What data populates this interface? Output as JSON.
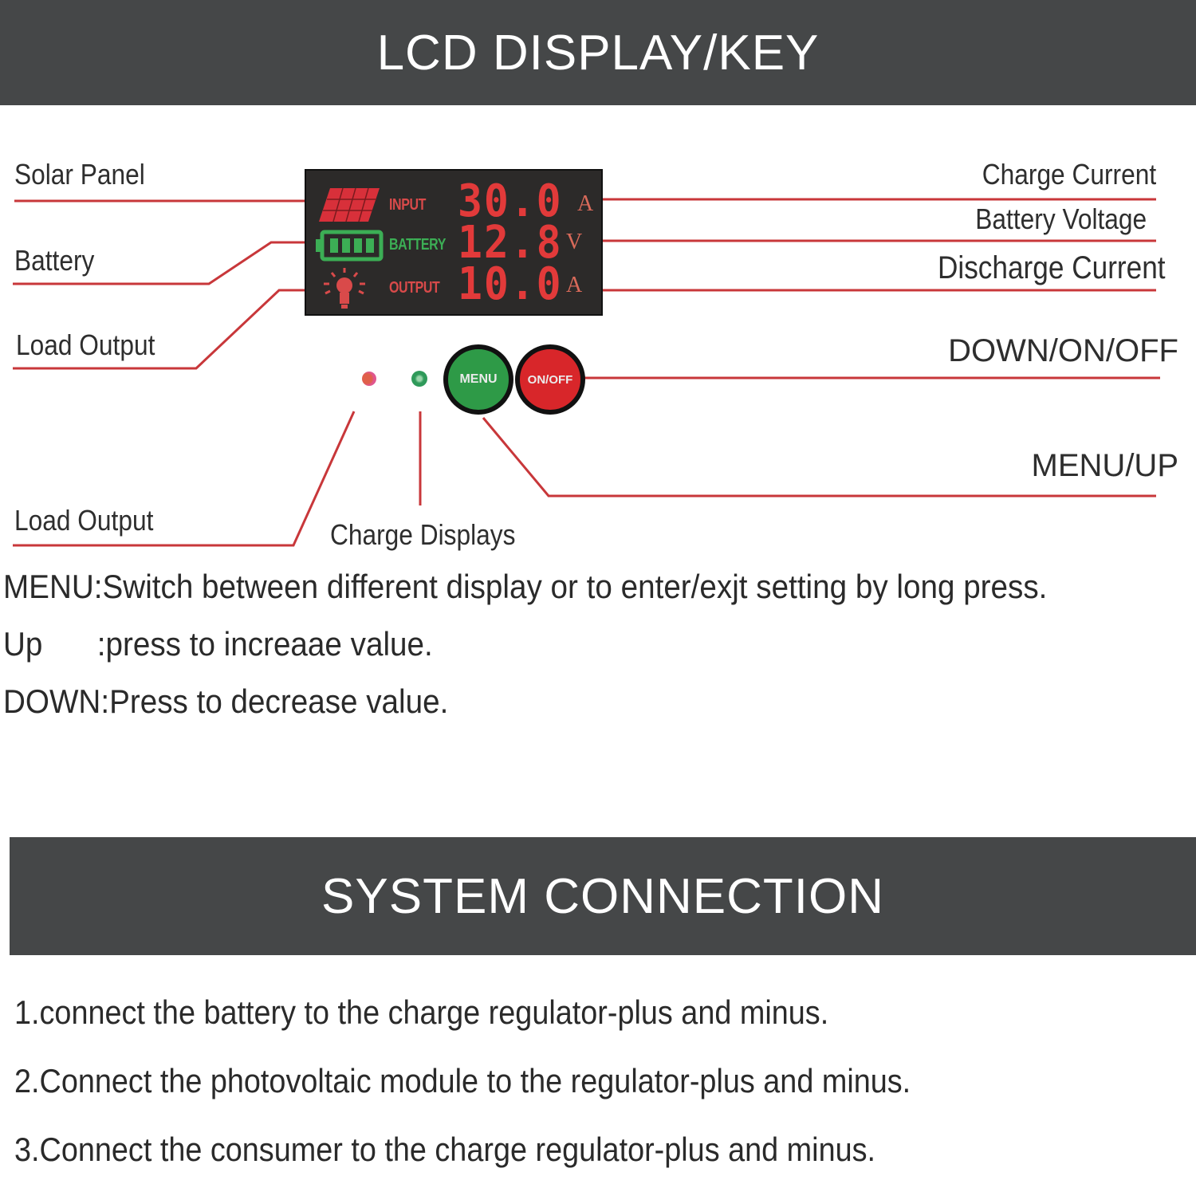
{
  "sections": {
    "lcd_title": "LCD DISPLAY/KEY",
    "system_title": "SYSTEM CONNECTION"
  },
  "left_labels": {
    "solar_panel": "Solar Panel",
    "battery": "Battery",
    "load_output": "Load  Output",
    "load_output_led": "Load  Output",
    "charge_displays": "Charge Displays"
  },
  "right_labels": {
    "charge_current": "Charge Current",
    "battery_voltage": "Battery Voltage",
    "discharge_current": "Discharge Current",
    "down_on_off": "DOWN/ON/OFF",
    "menu_up": "MENU/UP"
  },
  "lcd": {
    "rows": [
      {
        "name": "INPUT",
        "value": "30.0",
        "unit": "A",
        "icon": "solar-panel-icon",
        "name_color": "#d94a4a"
      },
      {
        "name": "BATTERY",
        "value": "12.8",
        "unit": "V",
        "icon": "battery-icon",
        "name_color": "#3cae55"
      },
      {
        "name": "OUTPUT",
        "value": "10.0",
        "unit": "A",
        "icon": "light-bulb-icon",
        "name_color": "#d94a4a"
      }
    ],
    "battery_bars": 4
  },
  "keys": {
    "menu": {
      "label": "MENU",
      "color": "#2e9a47"
    },
    "onoff": {
      "label": "ON/OFF",
      "color": "#d8262a"
    }
  },
  "leds": {
    "load": {
      "color": "#e0568f"
    },
    "charge": {
      "color": "#2f9a5a"
    }
  },
  "accent_line_color": "#c8373a",
  "key_descriptions": [
    {
      "key": "MENU",
      "text": ":Switch between different display or to enter/exjt setting by long press."
    },
    {
      "key": "Up",
      "text": ":press to increaae value."
    },
    {
      "key": "DOWN",
      "text": ":Press to decrease value."
    }
  ],
  "connection_steps": [
    "1.connect the battery to the charge regulator-plus and minus.",
    "2.Connect the photovoltaic module to the regulator-plus and minus.",
    "3.Connect the consumer to the charge regulator-plus and minus."
  ]
}
